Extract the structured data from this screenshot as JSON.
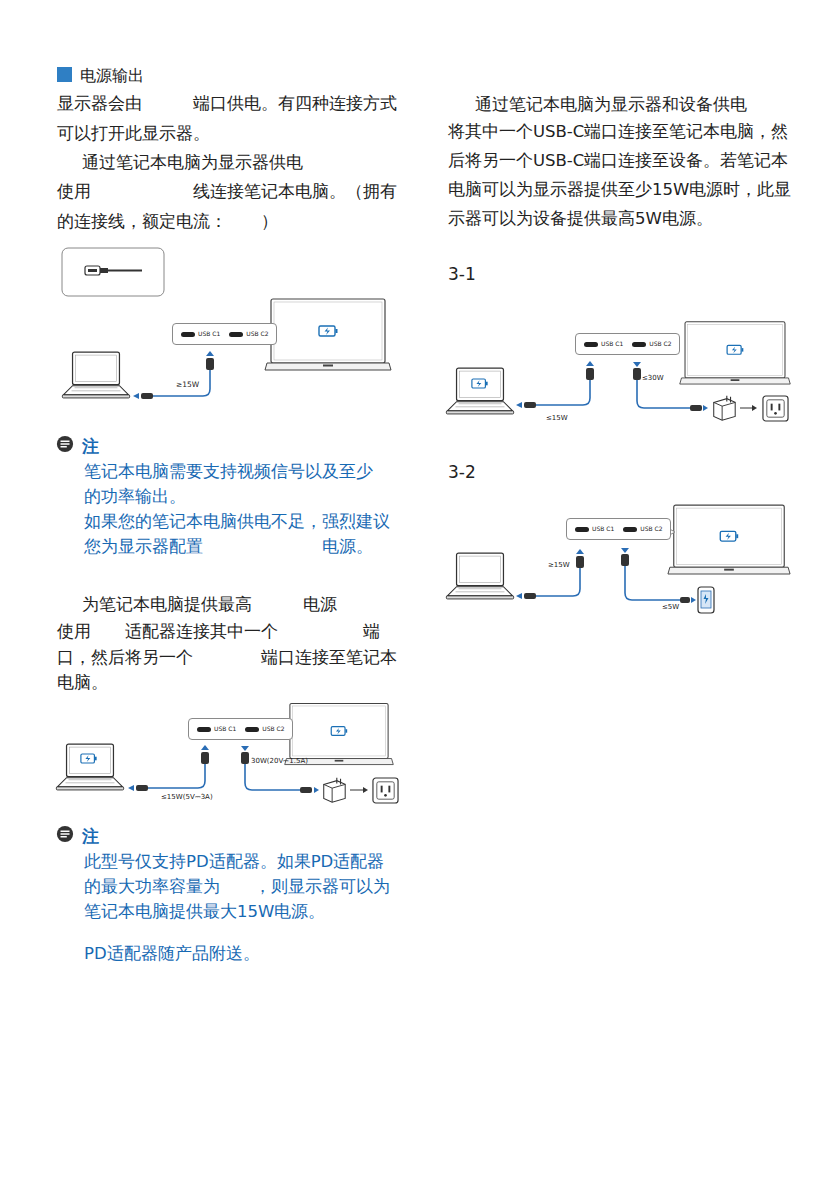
{
  "diagram": {
    "title": "电源输出",
    "nodes": [
      {
        "text": [
          "USB C1",
          "USB C2"
        ]
      },
      {
        "text": [
          "USB C1",
          "USB C2"
        ]
      },
      {
        "text": [
          "USB C1",
          "USB C2"
        ]
      },
      {
        "text": [
          "USB C1",
          "USB C2"
        ]
      }
    ],
    "labels": [
      "显示器会由　　　端口供电。有四种连接方式可以打开此显示器。",
      "通过笔记本电脑为显示器供电",
      "使用　　　　　　线连接笔记本电脑。（拥有　　　的连接线，额定电流：　　）",
      "≥15W",
      "注",
      "笔记本电脑需要支持视频信号以及至少　　　　　　的功率输出。",
      "如果您的笔记本电脑供电不足，强烈建议您为显示器配置　　　　　　　电源。",
      "为笔记本电脑提供最高　　　电源",
      "使用　　适配器连接其中一个　　　　　端口，然后将另一个　　　　端口连接至笔记本电脑。",
      "30W(20V⎓1.5A)",
      "≤15W(5V⎓3A)",
      "注",
      "此型号仅支持PD适配器。如果PD适配器的最大功率容量为　　，则显示器可以为笔记本电脑提供最大15W电源。",
      "PD适配器随产品附送。",
      "通过笔记本电脑为显示器和设备供电",
      "将其中一个USB-C端口连接至笔记本电脑，然后将另一个USB-C端口连接至设备。若笔记本电脑可以为显示器提供至少15W电源时，此显示器可以为设备提供最高5W电源。",
      "3-1",
      "≤30W",
      "≤15W",
      "3-2",
      "≥15W",
      "≤5W"
    ]
  }
}
